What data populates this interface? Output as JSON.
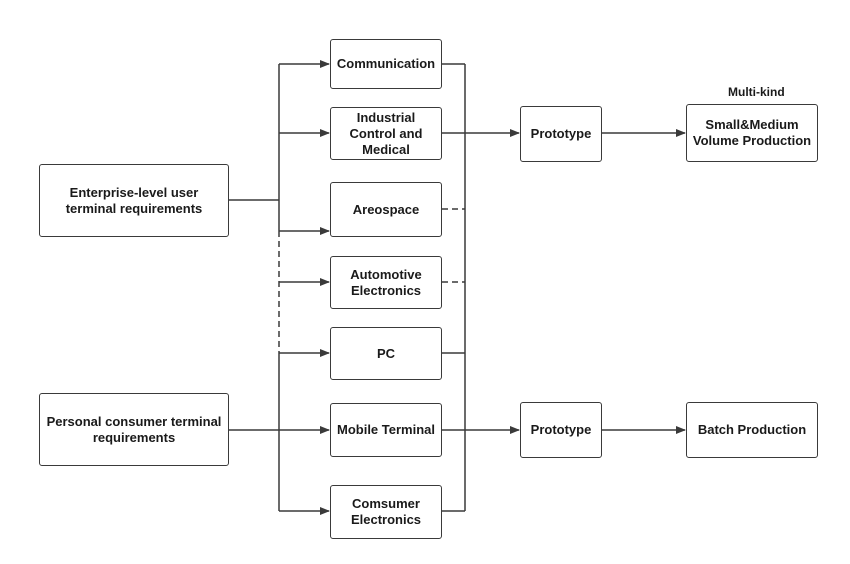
{
  "nodes": {
    "enterprise": "Enterprise-level user\nterminal requirements",
    "personal": "Personal consumer terminal\nrequirements",
    "communication": "Communication",
    "industrial": "Industrial\nControl and\nMedical",
    "aerospace": "Areospace",
    "automotive": "Automotive\nElectronics",
    "pc": "PC",
    "mobile": "Mobile Terminal",
    "consumer": "Comsumer\nElectronics",
    "prototype_top": "Prototype",
    "prototype_bottom": "Prototype",
    "small_medium": "Small&Medium\nVolume Production",
    "batch": "Batch Production"
  },
  "annotations": {
    "multi_kind": "Multi-kind"
  },
  "colors": {
    "line": "#3a3a3a",
    "text": "#1a1a1a",
    "background": "#ffffff"
  }
}
